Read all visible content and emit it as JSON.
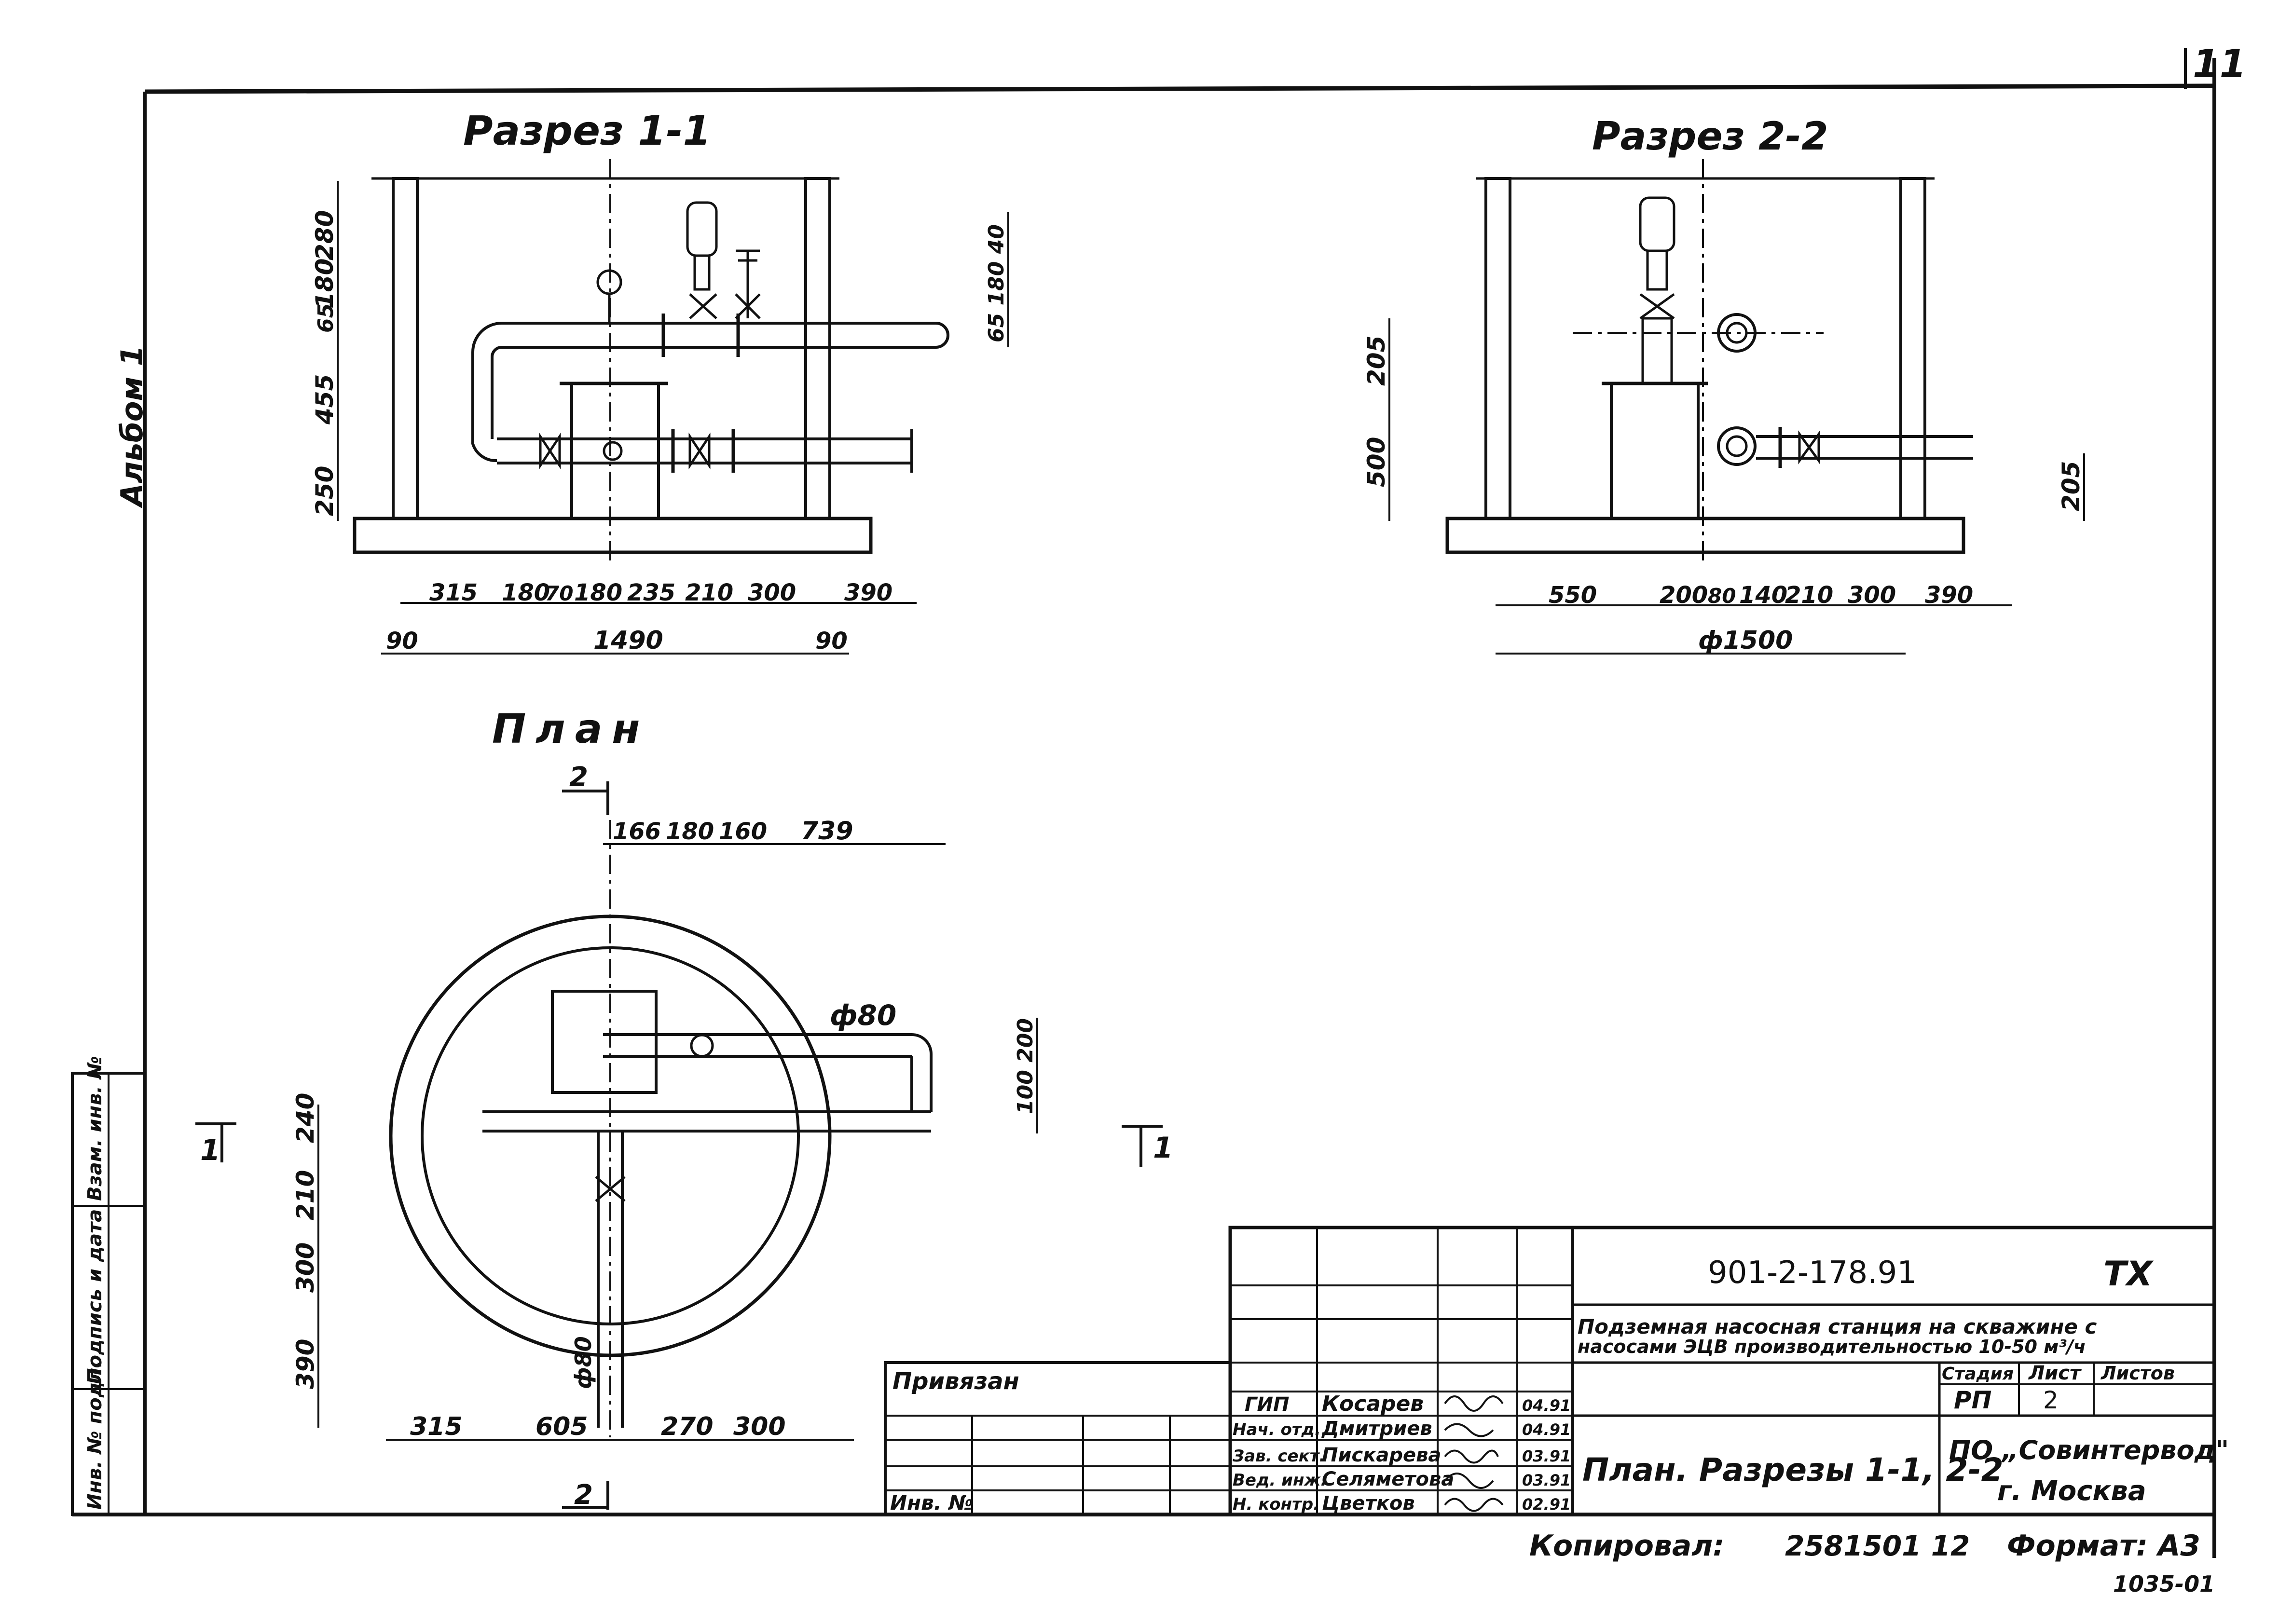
{
  "sheet": {
    "page_number": "11",
    "album": "Альбом 1",
    "bottom_edge": "1035-01"
  },
  "views": {
    "section_1": {
      "title": "Разрез 1-1",
      "dims_vertical": [
        "280",
        "180",
        "65",
        "455",
        "250"
      ],
      "dim_right": "65 180 40",
      "dims_row1": [
        "315",
        "180",
        "70",
        "180",
        "235",
        "210",
        "300",
        "390"
      ],
      "dims_row2": [
        "90",
        "1490",
        "90"
      ]
    },
    "section_2": {
      "title": "Разрез 2-2",
      "dims_vertical": [
        "205",
        "500"
      ],
      "dim_right": "205",
      "dims_row1": [
        "550",
        "200",
        "80",
        "140",
        "210",
        "300",
        "390"
      ],
      "dims_row2": "ф1500"
    },
    "plan": {
      "title": "План",
      "dims_top": [
        "166",
        "180",
        "160",
        "739"
      ],
      "diameter_label": "ф80",
      "dims_right": "100 200",
      "dims_left": [
        "240",
        "210",
        "300",
        "390"
      ],
      "pipe_label": "ф80",
      "dims_bottom": [
        "315",
        "605",
        "270",
        "300"
      ],
      "cut_mark_top": "2",
      "cut_mark_bottom": "2",
      "cut_mark_left": "1",
      "cut_mark_right": "1"
    }
  },
  "side_stamp": [
    "Инв. № подл.",
    "Подпись и дата",
    "Взам. инв. №"
  ],
  "title_block": {
    "doc_code": "901-2-178.91",
    "doc_mark": "ТХ",
    "project_name_1": "Подземная насосная станция на скважине с",
    "project_name_2": "насосами ЭЦВ производительностью 10-50 м³/ч",
    "col_stage": "Стадия",
    "col_sheet": "Лист",
    "col_sheets": "Листов",
    "stage": "РП",
    "sheet_no": "2",
    "sheets_total": "",
    "privyazan": "Привязан",
    "inv_no": "Инв. №",
    "drawing_title": "План. Разрезы 1-1, 2-2",
    "org_1": "ПО „Совинтервод\"",
    "org_2": "г. Москва",
    "staff": [
      {
        "role": "ГИП",
        "name": "Косарев",
        "date": "04.91"
      },
      {
        "role": "Нач. отд.",
        "name": "Дмитриев",
        "date": "04.91"
      },
      {
        "role": "Зав. сект.",
        "name": "Пискарева",
        "date": "03.91"
      },
      {
        "role": "Вед. инж.",
        "name": "Селяметова",
        "date": "03.91"
      },
      {
        "role": "Н. контр.",
        "name": "Цветков",
        "date": "02.91"
      }
    ],
    "copied_label": "Копировал:",
    "copied_value": "2581501 12",
    "format_label": "Формат: А3"
  }
}
